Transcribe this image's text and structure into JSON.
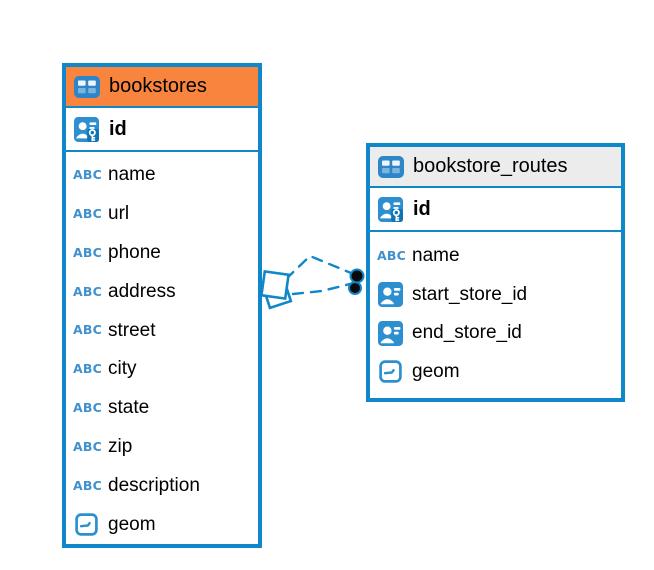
{
  "canvas": {
    "background": "#ffffff",
    "accent_blue": "#0f87c9"
  },
  "tables": [
    {
      "name": "bookstores",
      "header_color": "#f8843e",
      "primary_key": {
        "name": "id",
        "icon": "primary-key-icon"
      },
      "columns": [
        {
          "name": "name",
          "icon": "text-type-icon"
        },
        {
          "name": "url",
          "icon": "text-type-icon"
        },
        {
          "name": "phone",
          "icon": "text-type-icon"
        },
        {
          "name": "address",
          "icon": "text-type-icon"
        },
        {
          "name": "street",
          "icon": "text-type-icon"
        },
        {
          "name": "city",
          "icon": "text-type-icon"
        },
        {
          "name": "state",
          "icon": "text-type-icon"
        },
        {
          "name": "zip",
          "icon": "text-type-icon"
        },
        {
          "name": "description",
          "icon": "text-type-icon"
        },
        {
          "name": "geom",
          "icon": "geometry-type-icon"
        }
      ]
    },
    {
      "name": "bookstore_routes",
      "header_color": "#ececec",
      "primary_key": {
        "name": "id",
        "icon": "primary-key-icon"
      },
      "columns": [
        {
          "name": "name",
          "icon": "text-type-icon"
        },
        {
          "name": "start_store_id",
          "icon": "person-reference-icon"
        },
        {
          "name": "end_store_id",
          "icon": "person-reference-icon"
        },
        {
          "name": "geom",
          "icon": "geometry-type-icon"
        }
      ]
    }
  ],
  "relationships": [
    {
      "from_table": "bookstores",
      "to_table": "bookstore_routes",
      "line_style": "dashed",
      "line_color": "#0f87c9",
      "source_marker": "diamond",
      "target_marker": "dot",
      "count": 2
    }
  ],
  "icons": {
    "abc_glyph": "ABC"
  }
}
